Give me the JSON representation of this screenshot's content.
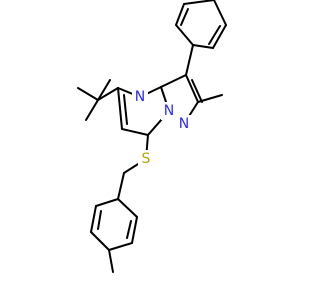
{
  "diagram": {
    "type": "chemical-structure",
    "atom_labels": {
      "N_pyrimidine": "N",
      "N_bridgehead": "N",
      "N_pyrazole": "N",
      "S_thioether": "S"
    },
    "colors": {
      "nitrogen": "#2a2aff",
      "sulfur": "#b8a000",
      "bond": "#000000"
    }
  }
}
